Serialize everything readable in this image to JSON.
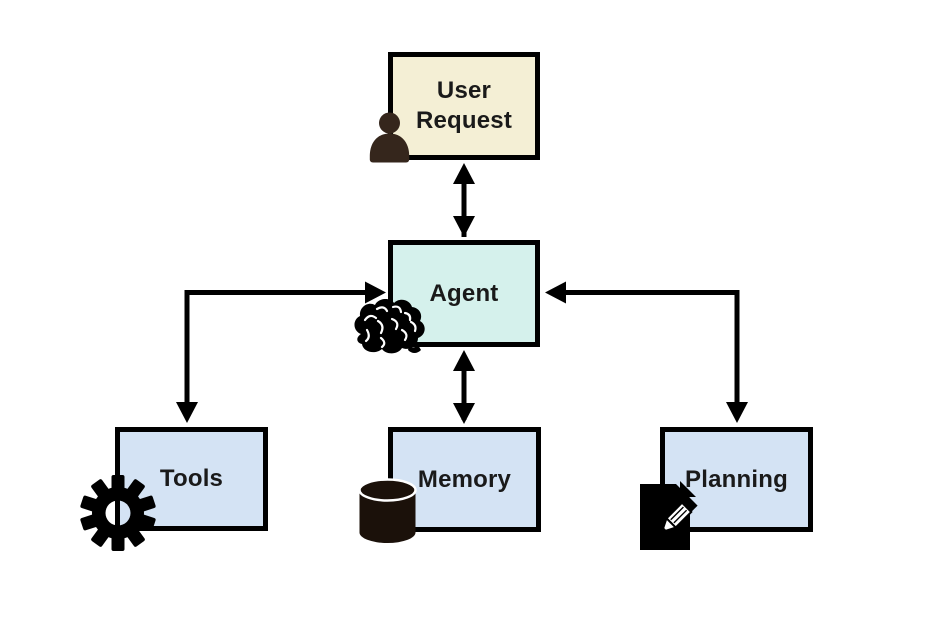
{
  "diagram": {
    "title": "",
    "nodes": {
      "user_request": {
        "label": "User Request",
        "label_line1": "User",
        "label_line2": "Request",
        "fill": "#f4efd5",
        "icon": "person-icon"
      },
      "agent": {
        "label": "Agent",
        "fill": "#d5f1ec",
        "icon": "brain-icon"
      },
      "tools": {
        "label": "Tools",
        "fill": "#d4e3f4",
        "icon": "gear-icon"
      },
      "memory": {
        "label": "Memory",
        "fill": "#d4e3f4",
        "icon": "database-icon"
      },
      "planning": {
        "label": "Planning",
        "fill": "#d4e3f4",
        "icon": "document-pencil-icon"
      }
    },
    "connectors": [
      {
        "name": "user-request-to-agent",
        "style": "double-headed",
        "shape": "vertical"
      },
      {
        "name": "agent-to-tools",
        "style": "double-headed",
        "shape": "elbow"
      },
      {
        "name": "agent-to-memory",
        "style": "double-headed",
        "shape": "vertical"
      },
      {
        "name": "agent-to-planning",
        "style": "double-headed",
        "shape": "elbow"
      }
    ],
    "colors": {
      "background": "#ffffff",
      "box_border": "#000000",
      "arrow": "#000000",
      "text": "#1a1a1a",
      "person_icon": "#35261c",
      "database_icon": "#1b110a",
      "black_icon": "#000000",
      "fill_user_request": "#f4efd5",
      "fill_agent": "#d5f1ec",
      "fill_bottom_row": "#d4e3f4"
    }
  }
}
